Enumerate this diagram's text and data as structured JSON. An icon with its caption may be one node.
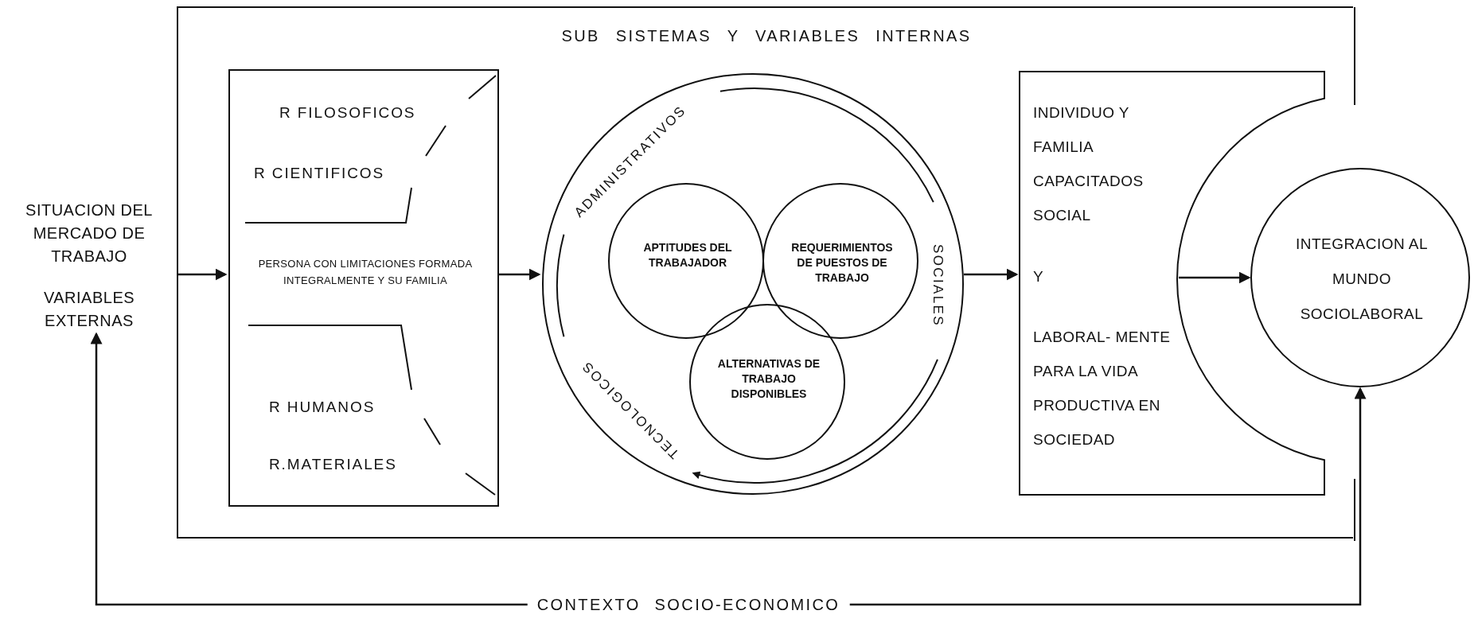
{
  "diagram": {
    "nodes": [
      {
        "text": [
          "SITUACION DEL MERCADO DE TRABAJO",
          "VARIABLES EXTERNAS"
        ]
      },
      {
        "text": [
          "SUB SISTEMAS Y VARIABLES INTERNAS"
        ]
      },
      {
        "text": [
          "R FILOSOFICOS",
          "R CIENTIFICOS",
          "PERSONA CON LIMITACIONES FORMADA INTEGRALMENTE Y SU FAMILIA",
          "R HUMANOS",
          "R.MATERIALES"
        ],
        "in": 1
      },
      {
        "text": [
          "ADMINISTRATIVOS",
          "SOCIALES",
          "TECNOLOGICOS"
        ],
        "in": 1
      },
      {
        "text": [
          "APTITUDES DEL TRABAJADOR"
        ],
        "in": 3
      },
      {
        "text": [
          "REQUERIMIENTOS DE PUESTOS DE TRABAJO"
        ],
        "in": 3
      },
      {
        "text": [
          "ALTERNATIVAS DE TRABAJO DISPONIBLES"
        ],
        "in": 3
      },
      {
        "text": [
          "INDIVIDUO Y FAMILIA CAPACITADOS SOCIAL",
          "Y",
          "LABORAL- MENTE PARA LA VIDA PRODUCTIVA EN SOCIEDAD"
        ],
        "in": 1
      },
      {
        "text": [
          "INTEGRACION AL MUNDO SOCIOLABORAL"
        ]
      }
    ],
    "edges": [
      {
        "from": 0,
        "to": 2,
        "arrow": "to"
      },
      {
        "from": 2,
        "to": 3,
        "arrow": "to"
      },
      {
        "from": 3,
        "to": 7,
        "arrow": "to"
      },
      {
        "from": 7,
        "to": 8,
        "arrow": "to"
      },
      {
        "from": 0,
        "to": 8,
        "arrow": "both",
        "label": "CONTEXTO SOCIO-ECONOMICO"
      }
    ]
  }
}
